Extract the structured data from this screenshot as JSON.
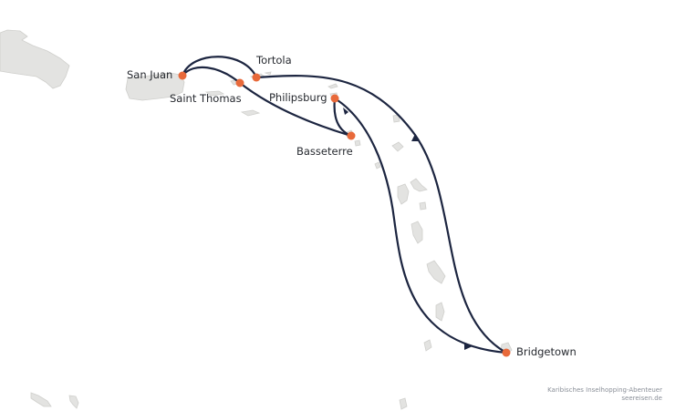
{
  "colors": {
    "route": "#1c2540",
    "port_marker": "#e8693a",
    "land": "#e3e3e1",
    "background": "#ffffff"
  },
  "ports": [
    {
      "name": "San Juan"
    },
    {
      "name": "Tortola"
    },
    {
      "name": "Saint Thomas"
    },
    {
      "name": "Philipsburg"
    },
    {
      "name": "Basseterre"
    },
    {
      "name": "Bridgetown"
    }
  ],
  "credit": {
    "title": "Karibisches Inselhopping-Abenteuer",
    "source": "seereisen.de"
  }
}
